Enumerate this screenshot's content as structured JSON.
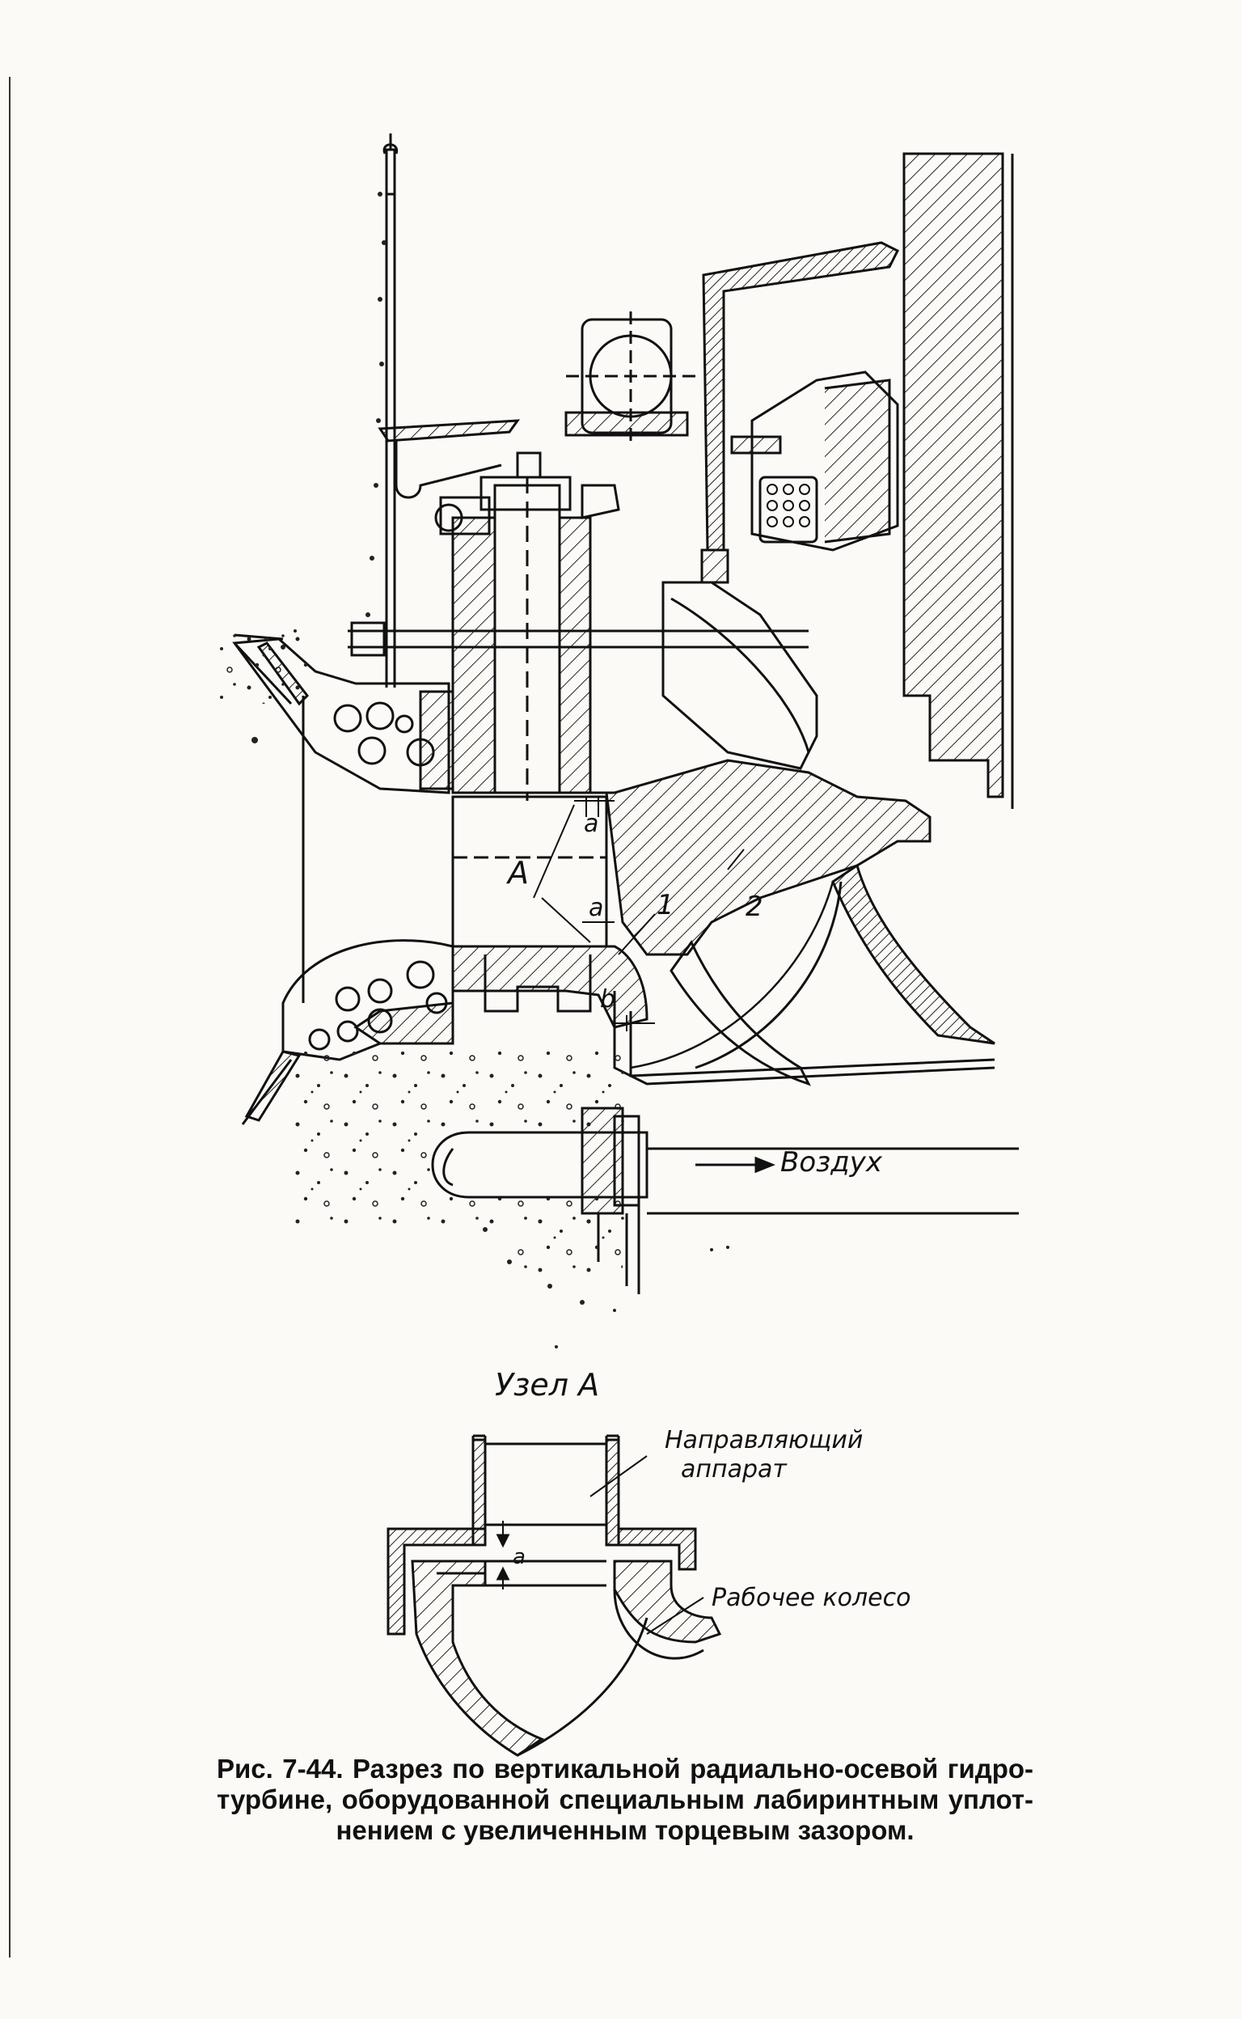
{
  "labels": {
    "a_top": "a",
    "a_mid": "a",
    "A": "A",
    "one": "1",
    "two": "2",
    "b": "b",
    "air": "Воздух",
    "detail_title": "Узел А",
    "detail_a": "a",
    "guide_apparatus_1": "Направляющий",
    "guide_apparatus_2": "аппарат",
    "runner": "Рабочее колесо"
  },
  "caption": {
    "line1": "Рис. 7-44. Разрез по вертикальной радиально-осевой гидро-",
    "line2": "турбине, оборудованной специальным лабиринтным уплот-",
    "line3": "нением с увеличенным торцевым зазором."
  }
}
